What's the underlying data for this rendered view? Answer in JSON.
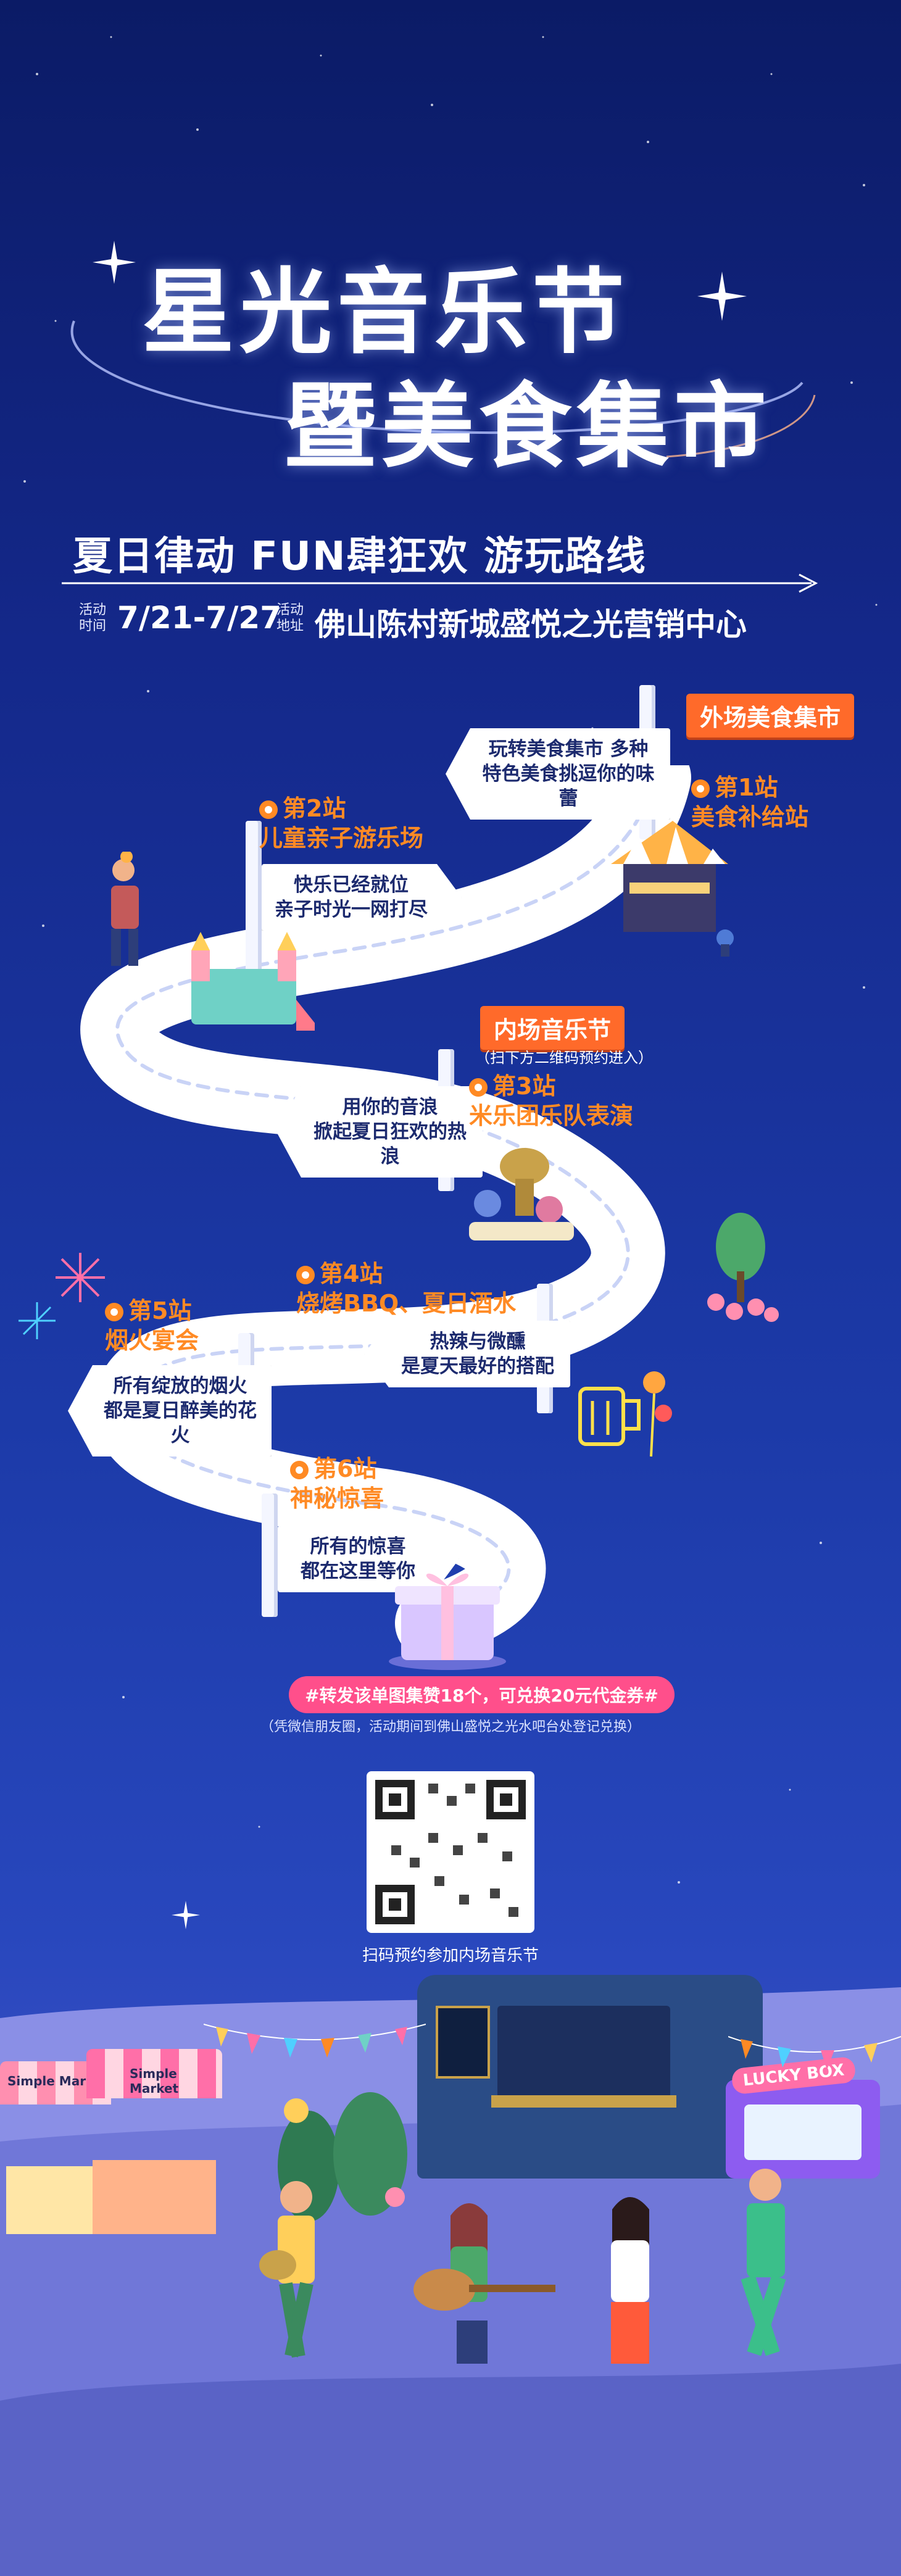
{
  "hero": {
    "title_line1": "星光音乐节",
    "title_line2": "暨美食集市",
    "subtitle": "夏日律动  FUN肆狂欢  游玩路线"
  },
  "event_info": {
    "date_tag": "活动时间",
    "date_value": "7/21-7/27",
    "location_tag": "活动地址",
    "location_value": "佛山陈村新城盛悦之光营销中心"
  },
  "zones": {
    "outdoor": "外场美食集市",
    "indoor": "内场音乐节",
    "indoor_note": "（扫下方二维码预约进入）"
  },
  "stations": [
    {
      "number": "第1站",
      "name": "美食补给站",
      "sign": [
        "玩转美食集市  多种",
        "特色美食挑逗你的味蕾"
      ]
    },
    {
      "number": "第2站",
      "name": "儿童亲子游乐场",
      "sign": [
        "快乐已经就位",
        "亲子时光一网打尽"
      ]
    },
    {
      "number": "第3站",
      "name": "米乐团乐队表演",
      "sign": [
        "用你的音浪",
        "掀起夏日狂欢的热浪"
      ]
    },
    {
      "number": "第4站",
      "name": "烧烤BBQ、夏日酒水",
      "sign": [
        "热辣与微醺",
        "是夏天最好的搭配"
      ]
    },
    {
      "number": "第5站",
      "name": "烟火宴会",
      "sign": [
        "所有绽放的烟火",
        "都是夏日醉美的花火"
      ]
    },
    {
      "number": "第6站",
      "name": "神秘惊喜",
      "sign": [
        "所有的惊喜",
        "都在这里等你"
      ]
    }
  ],
  "promo": {
    "headline": "#转发该单图集赞18个，可兑换20元代金券#",
    "note": "（凭微信朋友圈，活动期间到佛山盛悦之光水吧台处登记兑换）",
    "qr_caption": "扫码预约参加内场音乐节"
  },
  "scene": {
    "stall_sign_1": "Simple Market",
    "stall_sign_2": "Simple Market",
    "truck_sign": "LUCKY BOX"
  },
  "colors": {
    "accent": "#ff8a24",
    "zone": "#ff6a2a",
    "promo": "#ff4f8b",
    "sky_top": "#0b1b66",
    "sky_bottom": "#2847bd"
  }
}
